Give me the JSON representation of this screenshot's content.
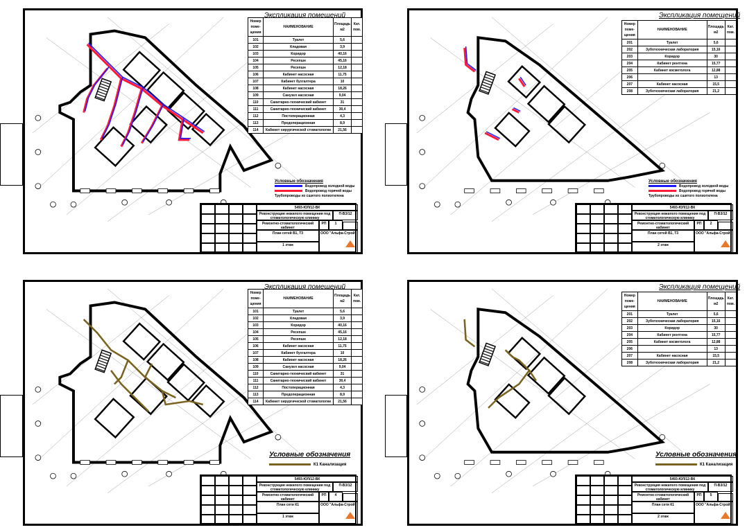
{
  "sheets": [
    {
      "title": "Экспликация помещений",
      "headers": {
        "num": "Номер поме-щения",
        "name": "НАИМЕНОВАНИЕ",
        "area": "Площадь м2",
        "cat": "Кат. пом."
      },
      "rows": [
        [
          "101",
          "Туалет",
          "5,6"
        ],
        [
          "102",
          "Кладовая",
          "3,9"
        ],
        [
          "103",
          "Коридор",
          "40,16"
        ],
        [
          "104",
          "Ресепшн",
          "45,16"
        ],
        [
          "105",
          "Ресепшн",
          "12,18"
        ],
        [
          "106",
          "Кабинет насосная",
          "11,75"
        ],
        [
          "107",
          "Кабинет бухгалтера",
          "10"
        ],
        [
          "108",
          "Кабинет насосная",
          "18,26"
        ],
        [
          "109",
          "Санузел насосная",
          "9,04"
        ],
        [
          "110",
          "Санитарно-технический кабинет",
          "31"
        ],
        [
          "111",
          "Санитарно-технический кабинет",
          "30,4"
        ],
        [
          "112",
          "Постоперационная",
          "4,3"
        ],
        [
          "113",
          "Предоперационная",
          "8,9"
        ],
        [
          "114",
          "Кабинет хирургической стоматологии",
          "21,56"
        ]
      ],
      "legend_title": "Условные обозначения",
      "legend_rows": [
        "Водопровод холодной воды",
        "Водопровод горячей воды",
        "Трубопроводы из сшитого полиэтилена"
      ],
      "stamp": {
        "code": "5493-ЮЛ/12-ВК",
        "org": "ООО \"Альфа-Строй\"",
        "plan": "План сетей В1, Т3",
        "floor": "1 этаж",
        "sheet": "1",
        "stage": "РП",
        "desc": "Реконструкция нежилого помещения под стоматологическую клинику",
        "name": "Ремонтно-стоматологический кабинет",
        "cat": "П-ВЗ/12"
      }
    },
    {
      "title": "Экспликация помещений",
      "headers": {
        "num": "Номер поме-щения",
        "name": "НАИМЕНОВАНИЕ",
        "area": "Площадь м2",
        "cat": "Кат. пом."
      },
      "rows": [
        [
          "201",
          "Туалет",
          "5,6"
        ],
        [
          "202",
          "Зуботехническая лаборатория",
          "15,16"
        ],
        [
          "203",
          "Коридор",
          "30"
        ],
        [
          "204",
          "Кабинет рентгена",
          "15,77"
        ],
        [
          "205",
          "Кабинет косметолога",
          "12,88"
        ],
        [
          "206",
          "",
          "13"
        ],
        [
          "207",
          "Кабинет насосная",
          "15,5"
        ],
        [
          "208",
          "Зуботехническая лаборатория",
          "21,2"
        ]
      ],
      "legend_title": "Условные обозначения",
      "legend_rows": [
        "Водопровод холодной воды",
        "Водопровод горячей воды",
        "Трубопроводы из сшитого полиэтилена"
      ],
      "stamp": {
        "code": "5493-ЮЛ/12-ВК",
        "org": "ООО \"Альфа-Строй\"",
        "plan": "План сетей В1, Т3",
        "floor": "2 этаж",
        "sheet": "2",
        "stage": "РП",
        "desc": "Реконструкция нежилого помещения под стоматологическую клинику",
        "name": "Ремонтно-стоматологический кабинет",
        "cat": "П-ВЗ/12"
      }
    },
    {
      "title": "Экспликация помещений",
      "headers": {
        "num": "Номер поме-щения",
        "name": "НАИМЕНОВАНИЕ",
        "area": "Площадь м2",
        "cat": "Кат. пом."
      },
      "rows": [
        [
          "101",
          "Туалет",
          "5,6"
        ],
        [
          "102",
          "Кладовая",
          "3,9"
        ],
        [
          "103",
          "Коридор",
          "40,16"
        ],
        [
          "104",
          "Ресепшн",
          "45,16"
        ],
        [
          "105",
          "Ресепшн",
          "12,18"
        ],
        [
          "106",
          "Кабинет насосная",
          "11,75"
        ],
        [
          "107",
          "Кабинет бухгалтера",
          "10"
        ],
        [
          "108",
          "Кабинет насосная",
          "18,26"
        ],
        [
          "109",
          "Санузел насосная",
          "9,04"
        ],
        [
          "110",
          "Санитарно-технический кабинет",
          "31"
        ],
        [
          "111",
          "Санитарно-технический кабинет",
          "30,4"
        ],
        [
          "112",
          "Постоперационная",
          "4,3"
        ],
        [
          "113",
          "Предоперационная",
          "8,9"
        ],
        [
          "114",
          "Кабинет хирургической стоматологии",
          "21,56"
        ]
      ],
      "legend_title": "Условные обозначения",
      "legend_rows": [
        "К1    Канализация"
      ],
      "stamp": {
        "code": "5493-ЮЛ/12-ВК",
        "org": "ООО \"Альфа-Строй\"",
        "plan": "План сети К1",
        "floor": "1 этаж",
        "sheet": "4",
        "stage": "РП",
        "desc": "Реконструкция нежилого помещения под стоматологическую клинику",
        "name": "Ремонтно-стоматологический кабинет",
        "cat": "П-ВЗ/12"
      }
    },
    {
      "title": "Экспликация помещений",
      "headers": {
        "num": "Номер поме-щения",
        "name": "НАИМЕНОВАНИЕ",
        "area": "Площадь м2",
        "cat": "Кат. пом."
      },
      "rows": [
        [
          "201",
          "Туалет",
          "5,6"
        ],
        [
          "202",
          "Зуботехническая лаборатория",
          "15,16"
        ],
        [
          "203",
          "Коридор",
          "30"
        ],
        [
          "204",
          "Кабинет рентгена",
          "15,77"
        ],
        [
          "205",
          "Кабинет косметолога",
          "12,88"
        ],
        [
          "206",
          "",
          "13"
        ],
        [
          "207",
          "Кабинет насосная",
          "15,5"
        ],
        [
          "208",
          "Зуботехническая лаборатория",
          "21,2"
        ]
      ],
      "legend_title": "Условные обозначения",
      "legend_rows": [
        "К1    Канализация"
      ],
      "stamp": {
        "code": "5493-ЮЛ/12-ВК",
        "org": "ООО \"Альфа-Строй\"",
        "plan": "План сети К1",
        "floor": "2 этаж",
        "sheet": "5",
        "stage": "РП",
        "desc": "Реконструкция нежилого помещения под стоматологическую клинику",
        "name": "Ремонтно-стоматологический кабинет",
        "cat": "П-ВЗ/12"
      }
    }
  ],
  "colors": {
    "cold": "#1a1aff",
    "hot": "#ff1a3a",
    "sewer": "#7a6320",
    "ink": "#000000"
  }
}
